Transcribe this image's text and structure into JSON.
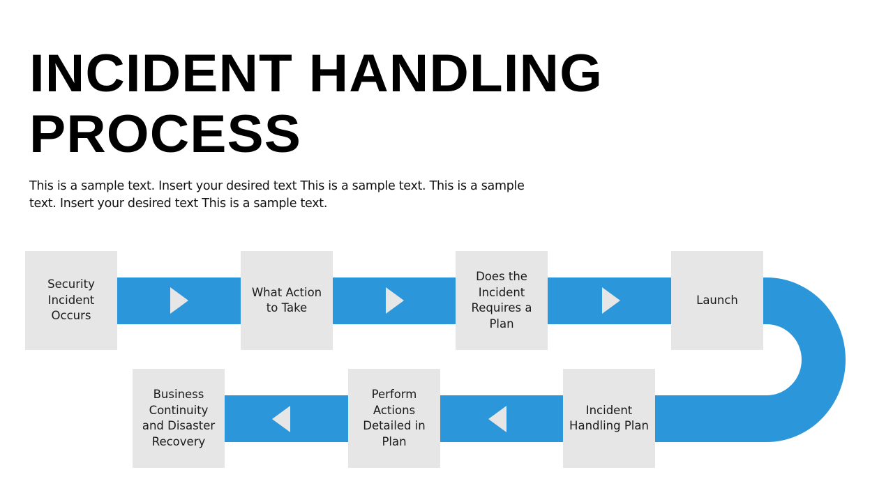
{
  "slide": {
    "title_lines": [
      "INCIDENT HANDLING",
      "PROCESS"
    ],
    "description": "This is a sample text. Insert your desired text This is a sample text. This is a sample text. Insert your desired text This is a sample text."
  },
  "colors": {
    "flow_bar": "#2b96d9",
    "step_box": "#e7e6e6",
    "title_text": "#000000"
  },
  "steps": [
    {
      "label": "Security Incident Occurs",
      "row": "top",
      "order": 1
    },
    {
      "label": "What Action to Take",
      "row": "top",
      "order": 2
    },
    {
      "label": "Does the Incident Requires a Plan",
      "row": "top",
      "order": 3
    },
    {
      "label": "Launch",
      "row": "top",
      "order": 4
    },
    {
      "label": "Incident Handling Plan",
      "row": "bottom",
      "order": 5
    },
    {
      "label": "Perform Actions Detailed in Plan",
      "row": "bottom",
      "order": 6
    },
    {
      "label": "Business Continuity and Disaster Recovery",
      "row": "bottom",
      "order": 7
    }
  ],
  "arrows": {
    "top_row": [
      "right-arrow",
      "right-arrow",
      "right-arrow"
    ],
    "bottom_row": [
      "left-arrow",
      "left-arrow"
    ]
  }
}
